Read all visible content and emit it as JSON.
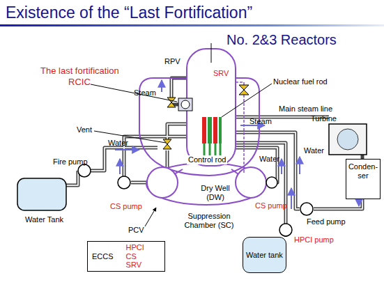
{
  "diagram": {
    "title": "Existence of the “Last Fortification”",
    "nodes": [
      {
        "text": [
          "ECCS",
          "HPCI",
          "CS",
          "SRV"
        ]
      },
      {
        "text": [
          "Conden- ser"
        ]
      },
      {
        "text": [
          "Water tank"
        ]
      }
    ],
    "labels": [
      "No. 2&3 Reactors",
      "The last fortification",
      "RCIC",
      "RPV",
      "SRV",
      "Nuclear fuel rod",
      "Main steam line",
      "Steam",
      "Steam",
      "Turbine",
      "Vent",
      "Water",
      "Fire pump",
      "Control rod",
      "Water",
      "Water",
      "Dry Well (DW)",
      "CS pump",
      "CS pump",
      "Water Tank",
      "Feed pump",
      "PCV",
      "Suppression Chamber (SC)",
      "HPCI pump"
    ]
  }
}
